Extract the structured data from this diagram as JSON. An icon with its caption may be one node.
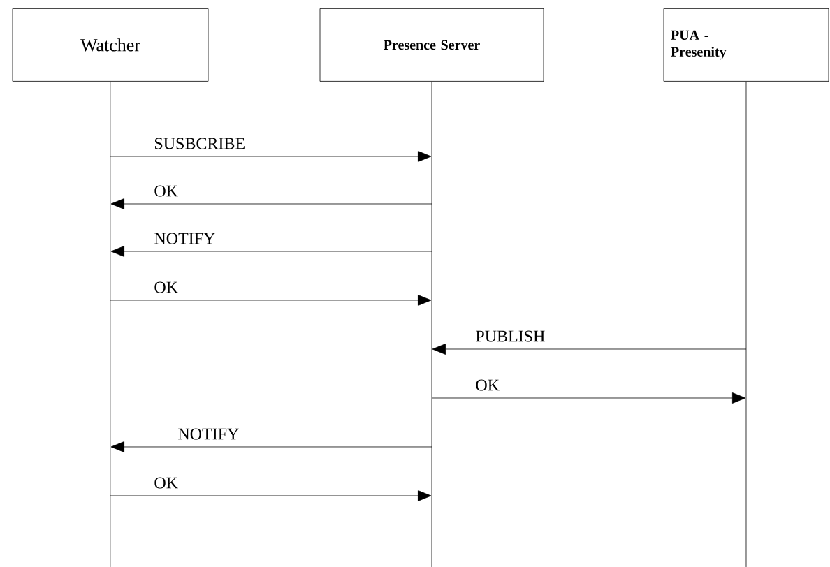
{
  "diagram": {
    "nodes": [
      {
        "text": [
          "Watcher"
        ]
      },
      {
        "text": [
          "Presence Server"
        ]
      },
      {
        "text": [
          "PUA - Presenity"
        ]
      }
    ],
    "edges": [
      {
        "from": 0,
        "to": 1,
        "arrow": "to",
        "label": "SUSBCRIBE"
      },
      {
        "from": 1,
        "to": 0,
        "arrow": "to",
        "label": "OK"
      },
      {
        "from": 1,
        "to": 0,
        "arrow": "to",
        "label": "NOTIFY"
      },
      {
        "from": 0,
        "to": 1,
        "arrow": "to",
        "label": "OK"
      },
      {
        "from": 2,
        "to": 1,
        "arrow": "to",
        "label": "PUBLISH"
      },
      {
        "from": 1,
        "to": 2,
        "arrow": "to",
        "label": "OK"
      },
      {
        "from": 1,
        "to": 0,
        "arrow": "to",
        "label": "NOTIFY"
      },
      {
        "from": 0,
        "to": 1,
        "arrow": "to",
        "label": "OK"
      }
    ]
  }
}
